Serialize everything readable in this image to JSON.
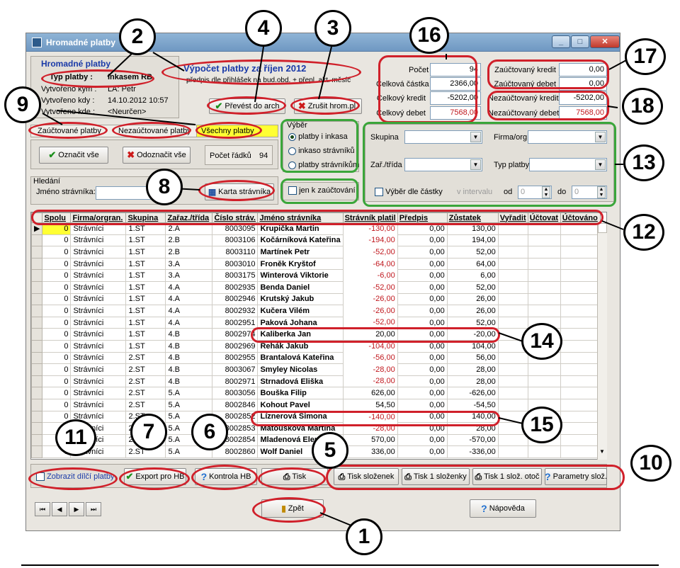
{
  "window": {
    "title": "Hromadné platby"
  },
  "info": {
    "header": "Hromadné platby",
    "type_label": "Typ platby :",
    "type_value": "Inkasem RB",
    "created_by_label": "Vytvořeno kým :",
    "created_by_value": "LA: Petr",
    "created_when_label": "Vytvořeno kdy :",
    "created_when_value": "14.10.2012 10:57",
    "created_where_label": "Vytvořeno kde :",
    "created_where_value": "<Neurčen>"
  },
  "calc": {
    "title": "Výpočet platby za říjen 2012",
    "subtitle": "předpis dle přihlášek na bud.obd. + přepl. akt. měsíc"
  },
  "buttons": {
    "transfer": "Převést do arch",
    "cancel": "Zrušit hrom.pl.",
    "mark_all": "Označit vše",
    "unmark_all": "Odoznačit vše",
    "row_count_label": "Počet řádků",
    "row_count_value": "94",
    "card": "Karta strávníka",
    "show_partial": "Zobrazit dílčí platby",
    "export": "Export pro HB",
    "check": "Kontrola HB",
    "print": "Tisk",
    "print_slips": "Tisk složenek",
    "print_one_slip": "Tisk 1 složenky",
    "print_one_slip_ot": "Tisk 1 slož. otoč",
    "slip_params": "Parametry slož.",
    "back": "Zpět",
    "help": "Nápověda"
  },
  "tabs": [
    "Zaúčtované platby",
    "Nezaúčtované platby",
    "Všechny platby"
  ],
  "search": {
    "group_label": "Hledání",
    "label": "Jméno strávníka:",
    "value": ""
  },
  "stats": {
    "count_label": "Počet",
    "count_value": "94",
    "total_label": "Celková částka",
    "total_value": "2366,00",
    "credit_label": "Celkový kredit",
    "credit_value": "-5202,00",
    "debit_label": "Celkový debet",
    "debit_value": "7568,00"
  },
  "accounted": {
    "credit_label": "Zaúčtovaný kredit",
    "credit_value": "0,00",
    "debit_label": "Zaúčtovaný debet",
    "debit_value": "0,00",
    "un_credit_label": "Nezaúčtovaný kredit",
    "un_credit_value": "-5202,00",
    "un_debit_label": "Nezaúčtovaný debet",
    "un_debit_value": "7568,00"
  },
  "selection": {
    "label": "Výběr",
    "options": [
      "platby i inkasa",
      "inkaso strávníků",
      "platby strávníkům"
    ],
    "unaccounted_only": "jen k zaúčtování"
  },
  "filters": {
    "group": "Skupina",
    "company": "Firma/org.",
    "class": "Zař./třída",
    "pay_type": "Typ platby",
    "amount_select": "Výběr dle částky",
    "interval": "v intervalu",
    "from": "od",
    "from_value": "0",
    "to": "do",
    "to_value": "0"
  },
  "table": {
    "headers": [
      "Spolu",
      "Firma/orgran.",
      "Skupina",
      "Zařaz./třída",
      "Číslo stráv.",
      "Jméno strávníka",
      "Strávník platil",
      "Předpis",
      "Zůstatek",
      "Vyřadit",
      "Účtovat",
      "Účtováno"
    ],
    "rows": [
      [
        "0",
        "Strávníci",
        "1.ST",
        "2.A",
        "8003095",
        "Krupička Martin",
        "-130,00",
        "0,00",
        "130,00"
      ],
      [
        "0",
        "Strávníci",
        "1.ST",
        "2.B",
        "8003106",
        "Kočárníková Kateřina",
        "-194,00",
        "0,00",
        "194,00"
      ],
      [
        "0",
        "Strávníci",
        "1.ST",
        "2.B",
        "8003110",
        "Martínek Petr",
        "-52,00",
        "0,00",
        "52,00"
      ],
      [
        "0",
        "Strávníci",
        "1.ST",
        "3.A",
        "8003010",
        "Froněk Kryštof",
        "-64,00",
        "0,00",
        "64,00"
      ],
      [
        "0",
        "Strávníci",
        "1.ST",
        "3.A",
        "8003175",
        "Winterová Viktorie",
        "-6,00",
        "0,00",
        "6,00"
      ],
      [
        "0",
        "Strávníci",
        "1.ST",
        "4.A",
        "8002935",
        "Benda Daniel",
        "-52,00",
        "0,00",
        "52,00"
      ],
      [
        "0",
        "Strávníci",
        "1.ST",
        "4.A",
        "8002946",
        "Krutský Jakub",
        "-26,00",
        "0,00",
        "26,00"
      ],
      [
        "0",
        "Strávníci",
        "1.ST",
        "4.A",
        "8002932",
        "Kučera Vilém",
        "-26,00",
        "0,00",
        "26,00"
      ],
      [
        "0",
        "Strávníci",
        "1.ST",
        "4.A",
        "8002951",
        "Paková Johana",
        "-52,00",
        "0,00",
        "52,00"
      ],
      [
        "0",
        "Strávníci",
        "1.ST",
        "4.B",
        "8002974",
        "Kaliberka Jan",
        "20,00",
        "0,00",
        "-20,00"
      ],
      [
        "0",
        "Strávníci",
        "1.ST",
        "4.B",
        "8002969",
        "Řehák Jakub",
        "-104,00",
        "0,00",
        "104,00"
      ],
      [
        "0",
        "Strávníci",
        "2.ST",
        "4.B",
        "8002955",
        "Brantalová Kateřina",
        "-56,00",
        "0,00",
        "56,00"
      ],
      [
        "0",
        "Strávníci",
        "2.ST",
        "4.B",
        "8003067",
        "Smyley Nicolas",
        "-28,00",
        "0,00",
        "28,00"
      ],
      [
        "0",
        "Strávníci",
        "2.ST",
        "4.B",
        "8002971",
        "Strnadová Eliška",
        "-28,00",
        "0,00",
        "28,00"
      ],
      [
        "0",
        "Strávníci",
        "2.ST",
        "5.A",
        "8003056",
        "Bouška Filip",
        "626,00",
        "0,00",
        "-626,00"
      ],
      [
        "0",
        "Strávníci",
        "2.ST",
        "5.A",
        "8002846",
        "Kohout Pavel",
        "54,50",
        "0,00",
        "-54,50"
      ],
      [
        "0",
        "Strávníci",
        "2.ST",
        "5.A",
        "8002852",
        "Líznerová Simona",
        "-140,00",
        "0,00",
        "140,00"
      ],
      [
        "0",
        "Strávníci",
        "2.ST",
        "5.A",
        "8002853",
        "Matoušková Martina",
        "-28,00",
        "0,00",
        "28,00"
      ],
      [
        "0",
        "Strávníci",
        "2.ST",
        "5.A",
        "8002854",
        "Mladenová Elena",
        "570,00",
        "0,00",
        "-570,00"
      ],
      [
        "0",
        "Strávníci",
        "2.ST",
        "5.A",
        "8002860",
        "Wolf Daniel",
        "336,00",
        "0,00",
        "-336,00"
      ]
    ]
  },
  "callouts": [
    "1",
    "2",
    "3",
    "4",
    "5",
    "6",
    "7",
    "8",
    "9",
    "10",
    "11",
    "12",
    "13",
    "14",
    "15",
    "16",
    "17",
    "18"
  ],
  "icons": {
    "check": "check-icon",
    "cross": "cross-icon",
    "printer": "printer-icon",
    "help": "help-icon",
    "door": "door-icon",
    "grid": "grid-icon"
  },
  "colors": {
    "callout_red": "#d0202a",
    "callout_green": "#3aa63a",
    "negative": "#c0181e",
    "tab_active": "#ffff33",
    "blue_text": "#1a3aa8"
  }
}
